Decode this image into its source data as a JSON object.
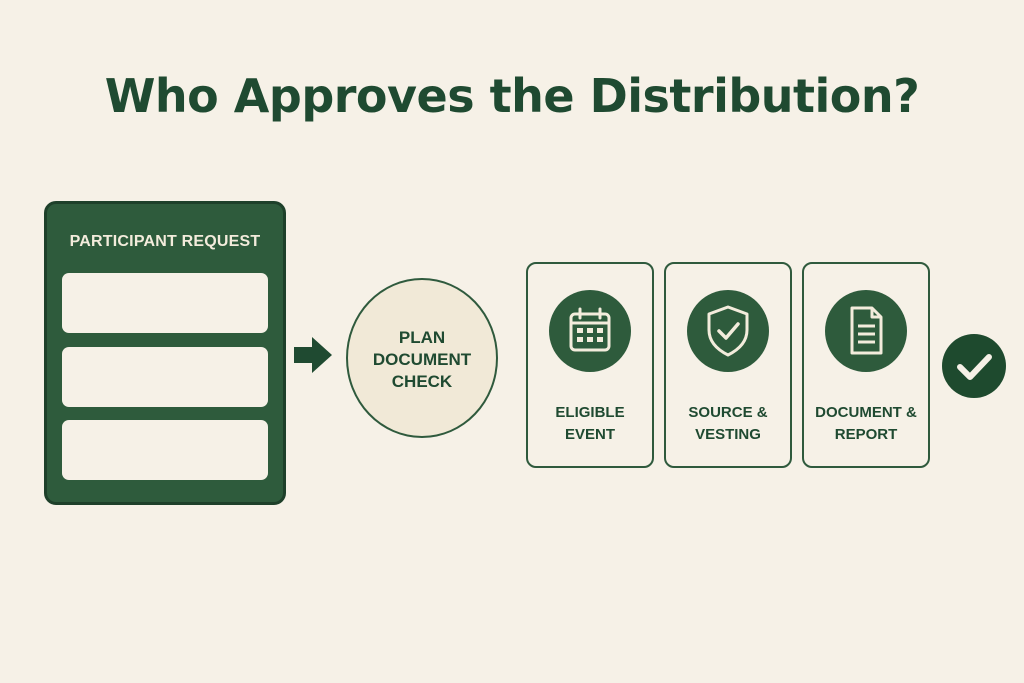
{
  "title": "Who Approves the Distribution?",
  "request_card": {
    "title": "PARTICIPANT REQUEST"
  },
  "plan_check": {
    "label": "PLAN\nDOCUMENT\nCHECK"
  },
  "steps": [
    {
      "label": "ELIGIBLE\nEVENT",
      "icon": "calendar-icon"
    },
    {
      "label": "SOURCE &\nVESTING",
      "icon": "shield-check-icon"
    },
    {
      "label": "DOCUMENT &\nREPORT",
      "icon": "document-icon"
    }
  ],
  "final": {
    "icon": "checkmark-icon"
  },
  "colors": {
    "background": "#f6f1e7",
    "primary_green": "#2e5b3c",
    "dark_green": "#1f4a31",
    "cream": "#f1e9d7"
  }
}
